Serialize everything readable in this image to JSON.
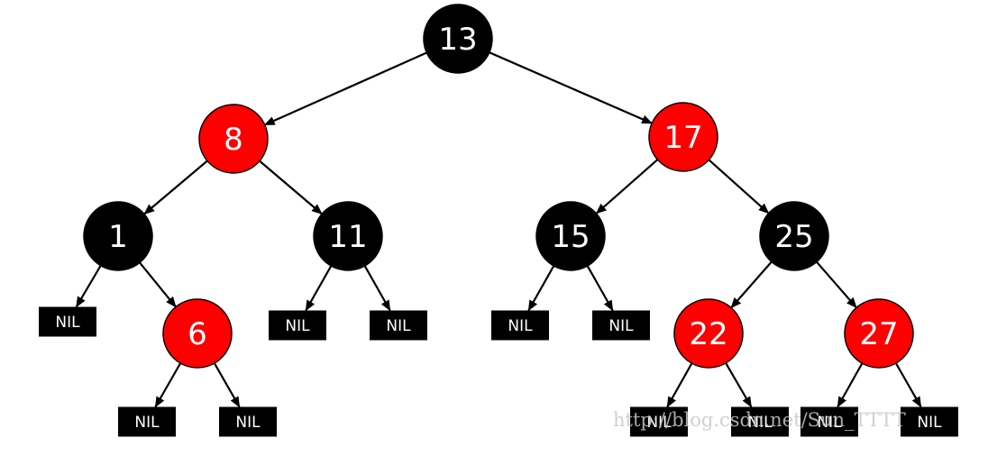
{
  "tree": {
    "colors": {
      "red": "#ff0000",
      "black": "#000000",
      "text": "#ffffff",
      "edge": "#000000"
    },
    "nodes": [
      {
        "id": "n13",
        "key": "13",
        "color": "black"
      },
      {
        "id": "n8",
        "key": "8",
        "color": "red"
      },
      {
        "id": "n17",
        "key": "17",
        "color": "red"
      },
      {
        "id": "n1",
        "key": "1",
        "color": "black"
      },
      {
        "id": "n11",
        "key": "11",
        "color": "black"
      },
      {
        "id": "n15",
        "key": "15",
        "color": "black"
      },
      {
        "id": "n25",
        "key": "25",
        "color": "black"
      },
      {
        "id": "n6",
        "key": "6",
        "color": "red"
      },
      {
        "id": "n22",
        "key": "22",
        "color": "red"
      },
      {
        "id": "n27",
        "key": "27",
        "color": "red"
      }
    ],
    "nil_leaves": [
      {
        "id": "nil1a",
        "label": "NIL"
      },
      {
        "id": "nil6a",
        "label": "NIL"
      },
      {
        "id": "nil6b",
        "label": "NIL"
      },
      {
        "id": "nil11a",
        "label": "NIL"
      },
      {
        "id": "nil11b",
        "label": "NIL"
      },
      {
        "id": "nil15a",
        "label": "NIL"
      },
      {
        "id": "nil15b",
        "label": "NIL"
      },
      {
        "id": "nil22a",
        "label": "NIL"
      },
      {
        "id": "nil22b",
        "label": "NIL"
      },
      {
        "id": "nil27a",
        "label": "NIL"
      },
      {
        "id": "nil27b",
        "label": "NIL"
      }
    ],
    "edges": [
      [
        "n13",
        "n8"
      ],
      [
        "n13",
        "n17"
      ],
      [
        "n8",
        "n1"
      ],
      [
        "n8",
        "n11"
      ],
      [
        "n17",
        "n15"
      ],
      [
        "n17",
        "n25"
      ],
      [
        "n1",
        "nil1a"
      ],
      [
        "n1",
        "n6"
      ],
      [
        "n11",
        "nil11a"
      ],
      [
        "n11",
        "nil11b"
      ],
      [
        "n15",
        "nil15a"
      ],
      [
        "n15",
        "nil15b"
      ],
      [
        "n25",
        "n22"
      ],
      [
        "n25",
        "n27"
      ],
      [
        "n6",
        "nil6a"
      ],
      [
        "n6",
        "nil6b"
      ],
      [
        "n22",
        "nil22a"
      ],
      [
        "n22",
        "nil22b"
      ],
      [
        "n27",
        "nil27a"
      ],
      [
        "n27",
        "nil27b"
      ]
    ]
  },
  "watermark": "http://blog.csdn.net/Sun_TTTT"
}
